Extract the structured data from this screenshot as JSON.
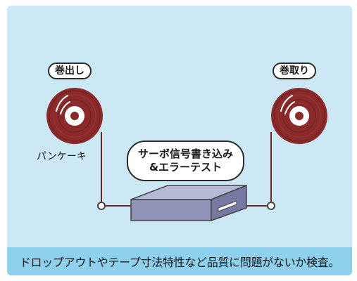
{
  "reels": {
    "supply_label": "巻出し",
    "takeup_label": "巻取り"
  },
  "pancake_label": "パンケーキ",
  "process_bubble": {
    "line1": "サーボ信号書き込み",
    "line2": "&エラーテスト"
  },
  "caption": "ドロップアウトやテープ寸法特性など品質に問題がないか検査。",
  "colors": {
    "background": "#cbe8f4",
    "caption_bar": "#8fd0ec",
    "reel": "#8b2a2a",
    "device": "#8f93b8",
    "line": "#6b2a2a"
  }
}
